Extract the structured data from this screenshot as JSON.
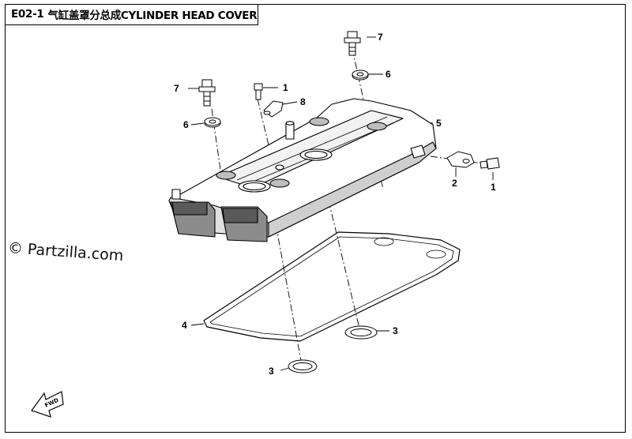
{
  "header": {
    "code": "E02-1",
    "title": "气缸盖罩分总成CYLINDER HEAD COVER"
  },
  "watermark": "© Partzilla.com",
  "fwd_label": "FWD",
  "callouts": [
    {
      "id": "c1a",
      "label": "1"
    },
    {
      "id": "c1b",
      "label": "1"
    },
    {
      "id": "c2",
      "label": "2"
    },
    {
      "id": "c3a",
      "label": "3"
    },
    {
      "id": "c3b",
      "label": "3"
    },
    {
      "id": "c4",
      "label": "4"
    },
    {
      "id": "c5",
      "label": "5"
    },
    {
      "id": "c6a",
      "label": "6"
    },
    {
      "id": "c6b",
      "label": "6"
    },
    {
      "id": "c7a",
      "label": "7"
    },
    {
      "id": "c7b",
      "label": "7"
    },
    {
      "id": "c8",
      "label": "8"
    }
  ],
  "colors": {
    "line": "#000000",
    "cover_fill": "#ffffff",
    "cover_shade": "#d8d8d8",
    "cover_dark": "#8c8c8c",
    "background": "#ffffff"
  }
}
